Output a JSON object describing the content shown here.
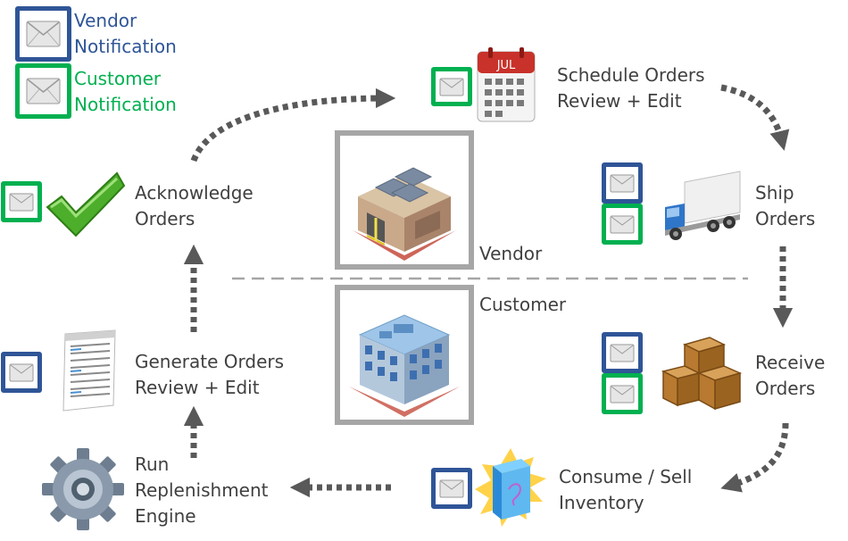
{
  "legend": {
    "vendor_notification": [
      "Vendor",
      "Notification"
    ],
    "customer_notification": [
      "Customer",
      "Notification"
    ]
  },
  "colors": {
    "vendor_accent": "#2f5597",
    "customer_accent": "#00b050",
    "label_text": "#404040",
    "arrow": "#595959",
    "building_frame": "#a6a6a6"
  },
  "steps": {
    "schedule_orders": [
      "Schedule Orders",
      "Review + Edit"
    ],
    "ship_orders": [
      "Ship",
      "Orders"
    ],
    "receive_orders": [
      "Receive",
      "Orders"
    ],
    "consume_inventory": [
      "Consume / Sell",
      "Inventory"
    ],
    "run_engine": [
      "Run",
      "Replenishment",
      "Engine"
    ],
    "generate_orders": [
      "Generate Orders",
      "Review + Edit"
    ],
    "acknowledge_orders": [
      "Acknowledge",
      "Orders"
    ]
  },
  "parties": {
    "vendor": "Vendor",
    "customer": "Customer"
  },
  "calendar_month": "JUL",
  "icons": [
    "envelope-icon",
    "calendar-icon",
    "truck-icon",
    "crates-icon",
    "product-box-icon",
    "gear-icon",
    "report-icon",
    "checkmark-icon",
    "warehouse-icon",
    "office-building-icon"
  ]
}
